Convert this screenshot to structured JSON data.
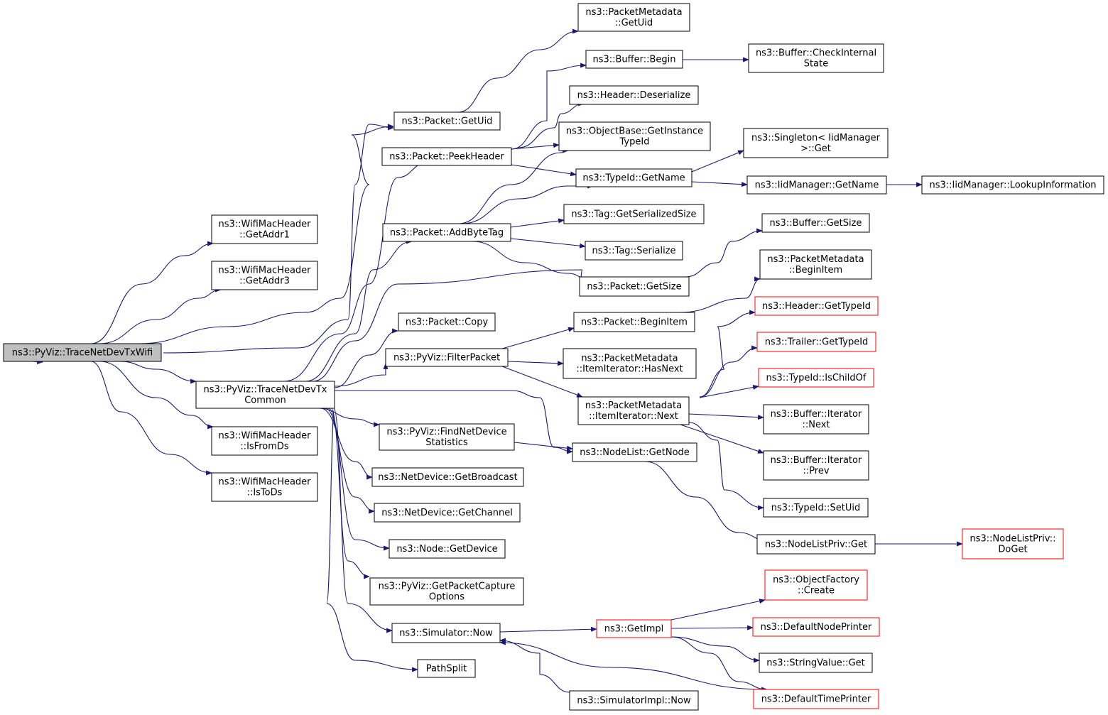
{
  "colors": {
    "edge": "#191970",
    "node_border": "#000000",
    "truncated_border": "#ff0000",
    "root_fill": "#bfbfbf",
    "node_fill": "#ffffff"
  },
  "nodes": [
    {
      "id": "root",
      "lines": [
        "ns3::PyViz::TraceNetDevTxWifi"
      ],
      "kind": "root"
    },
    {
      "id": "getaddr1",
      "lines": [
        "ns3::WifiMacHeader",
        "::GetAddr1"
      ],
      "kind": "normal"
    },
    {
      "id": "getaddr3",
      "lines": [
        "ns3::WifiMacHeader",
        "::GetAddr3"
      ],
      "kind": "normal"
    },
    {
      "id": "isfromds",
      "lines": [
        "ns3::WifiMacHeader",
        "::IsFromDs"
      ],
      "kind": "normal"
    },
    {
      "id": "istods",
      "lines": [
        "ns3::WifiMacHeader",
        "::IsToDs"
      ],
      "kind": "normal"
    },
    {
      "id": "tracecommon",
      "lines": [
        "ns3::PyViz::TraceNetDevTx",
        "Common"
      ],
      "kind": "normal"
    },
    {
      "id": "getuid",
      "lines": [
        "ns3::Packet::GetUid"
      ],
      "kind": "normal"
    },
    {
      "id": "peekheader",
      "lines": [
        "ns3::Packet::PeekHeader"
      ],
      "kind": "normal"
    },
    {
      "id": "addbytetag",
      "lines": [
        "ns3::Packet::AddByteTag"
      ],
      "kind": "normal"
    },
    {
      "id": "copy",
      "lines": [
        "ns3::Packet::Copy"
      ],
      "kind": "normal"
    },
    {
      "id": "filterpacket",
      "lines": [
        "ns3::PyViz::FilterPacket"
      ],
      "kind": "normal"
    },
    {
      "id": "findnetdev",
      "lines": [
        "ns3::PyViz::FindNetDevice",
        "Statistics"
      ],
      "kind": "normal"
    },
    {
      "id": "getbroadcast",
      "lines": [
        "ns3::NetDevice::GetBroadcast"
      ],
      "kind": "normal"
    },
    {
      "id": "getchannel",
      "lines": [
        "ns3::NetDevice::GetChannel"
      ],
      "kind": "normal"
    },
    {
      "id": "getdevice",
      "lines": [
        "ns3::Node::GetDevice"
      ],
      "kind": "normal"
    },
    {
      "id": "getpcap",
      "lines": [
        "ns3::PyViz::GetPacketCapture",
        "Options"
      ],
      "kind": "normal"
    },
    {
      "id": "simnow",
      "lines": [
        "ns3::Simulator::Now"
      ],
      "kind": "normal"
    },
    {
      "id": "pathsplit",
      "lines": [
        "PathSplit"
      ],
      "kind": "normal"
    },
    {
      "id": "pm_getuid",
      "lines": [
        "ns3::PacketMetadata",
        "::GetUid"
      ],
      "kind": "normal"
    },
    {
      "id": "bufbegin",
      "lines": [
        "ns3::Buffer::Begin"
      ],
      "kind": "normal"
    },
    {
      "id": "hdrdeser",
      "lines": [
        "ns3::Header::Deserialize"
      ],
      "kind": "normal"
    },
    {
      "id": "objbase",
      "lines": [
        "ns3::ObjectBase::GetInstance",
        "TypeId"
      ],
      "kind": "normal"
    },
    {
      "id": "typeidname",
      "lines": [
        "ns3::TypeId::GetName"
      ],
      "kind": "normal"
    },
    {
      "id": "tagsersize",
      "lines": [
        "ns3::Tag::GetSerializedSize"
      ],
      "kind": "normal"
    },
    {
      "id": "tagser",
      "lines": [
        "ns3::Tag::Serialize"
      ],
      "kind": "normal"
    },
    {
      "id": "pktgetsize",
      "lines": [
        "ns3::Packet::GetSize"
      ],
      "kind": "normal"
    },
    {
      "id": "pktbeginitem",
      "lines": [
        "ns3::Packet::BeginItem"
      ],
      "kind": "normal"
    },
    {
      "id": "pmhasnext",
      "lines": [
        "ns3::PacketMetadata",
        "::ItemIterator::HasNext"
      ],
      "kind": "normal"
    },
    {
      "id": "pmnext",
      "lines": [
        "ns3::PacketMetadata",
        "::ItemIterator::Next"
      ],
      "kind": "normal"
    },
    {
      "id": "nodelistget",
      "lines": [
        "ns3::NodeList::GetNode"
      ],
      "kind": "normal"
    },
    {
      "id": "getimpl",
      "lines": [
        "ns3::GetImpl"
      ],
      "kind": "truncated"
    },
    {
      "id": "simimplnow",
      "lines": [
        "ns3::SimulatorImpl::Now"
      ],
      "kind": "normal"
    },
    {
      "id": "bufcheck",
      "lines": [
        "ns3::Buffer::CheckInternal",
        "State"
      ],
      "kind": "normal"
    },
    {
      "id": "singleton",
      "lines": [
        "ns3::Singleton< IidManager",
        ">::Get"
      ],
      "kind": "normal"
    },
    {
      "id": "iidgetname",
      "lines": [
        "ns3::IidManager::GetName"
      ],
      "kind": "normal"
    },
    {
      "id": "bufgetsize",
      "lines": [
        "ns3::Buffer::GetSize"
      ],
      "kind": "normal"
    },
    {
      "id": "pmbeginitem",
      "lines": [
        "ns3::PacketMetadata",
        "::BeginItem"
      ],
      "kind": "normal"
    },
    {
      "id": "hdrgettypeid",
      "lines": [
        "ns3::Header::GetTypeId"
      ],
      "kind": "truncated"
    },
    {
      "id": "trlgettypeid",
      "lines": [
        "ns3::Trailer::GetTypeId"
      ],
      "kind": "truncated"
    },
    {
      "id": "ischildof",
      "lines": [
        "ns3::TypeId::IsChildOf"
      ],
      "kind": "truncated"
    },
    {
      "id": "bufitnext",
      "lines": [
        "ns3::Buffer::Iterator",
        "::Next"
      ],
      "kind": "normal"
    },
    {
      "id": "bufitprev",
      "lines": [
        "ns3::Buffer::Iterator",
        "::Prev"
      ],
      "kind": "normal"
    },
    {
      "id": "setuid",
      "lines": [
        "ns3::TypeId::SetUid"
      ],
      "kind": "normal"
    },
    {
      "id": "nlprivget",
      "lines": [
        "ns3::NodeListPriv::Get"
      ],
      "kind": "normal"
    },
    {
      "id": "objfactory",
      "lines": [
        "ns3::ObjectFactory",
        "::Create"
      ],
      "kind": "truncated"
    },
    {
      "id": "defnodeprinter",
      "lines": [
        "ns3::DefaultNodePrinter"
      ],
      "kind": "truncated"
    },
    {
      "id": "strvalget",
      "lines": [
        "ns3::StringValue::Get"
      ],
      "kind": "normal"
    },
    {
      "id": "deftimeprinter",
      "lines": [
        "ns3::DefaultTimePrinter"
      ],
      "kind": "truncated"
    },
    {
      "id": "lookupinfo",
      "lines": [
        "ns3::IidManager::LookupInformation"
      ],
      "kind": "normal"
    },
    {
      "id": "nlprivdoget",
      "lines": [
        "ns3::NodeListPriv::",
        "DoGet"
      ],
      "kind": "truncated"
    }
  ]
}
